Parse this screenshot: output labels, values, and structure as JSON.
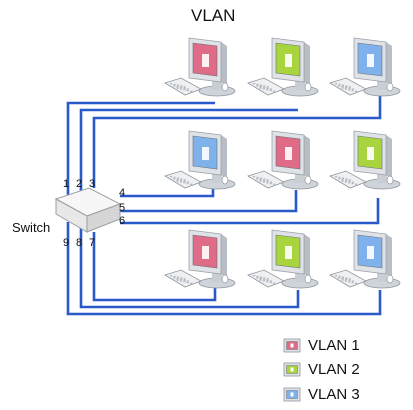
{
  "diagram": {
    "title": "VLAN",
    "switch_label": "Switch",
    "ports": [
      "1",
      "2",
      "3",
      "4",
      "5",
      "6",
      "7",
      "8",
      "9"
    ]
  },
  "computers": [
    {
      "row": 1,
      "col": 1,
      "vlan": 1
    },
    {
      "row": 1,
      "col": 2,
      "vlan": 2
    },
    {
      "row": 1,
      "col": 3,
      "vlan": 3
    },
    {
      "row": 2,
      "col": 1,
      "vlan": 3
    },
    {
      "row": 2,
      "col": 2,
      "vlan": 1
    },
    {
      "row": 2,
      "col": 3,
      "vlan": 2
    },
    {
      "row": 3,
      "col": 1,
      "vlan": 1
    },
    {
      "row": 3,
      "col": 2,
      "vlan": 2
    },
    {
      "row": 3,
      "col": 3,
      "vlan": 3
    }
  ],
  "legend": [
    {
      "label": "VLAN 1",
      "color": "#e06b86"
    },
    {
      "label": "VLAN 2",
      "color": "#a8d53e"
    },
    {
      "label": "VLAN 3",
      "color": "#7fb2ea"
    }
  ],
  "colors": {
    "cable": "#2a59c9",
    "monitor_frame": "#dfe3e8",
    "monitor_shadow": "#b9bec6"
  }
}
